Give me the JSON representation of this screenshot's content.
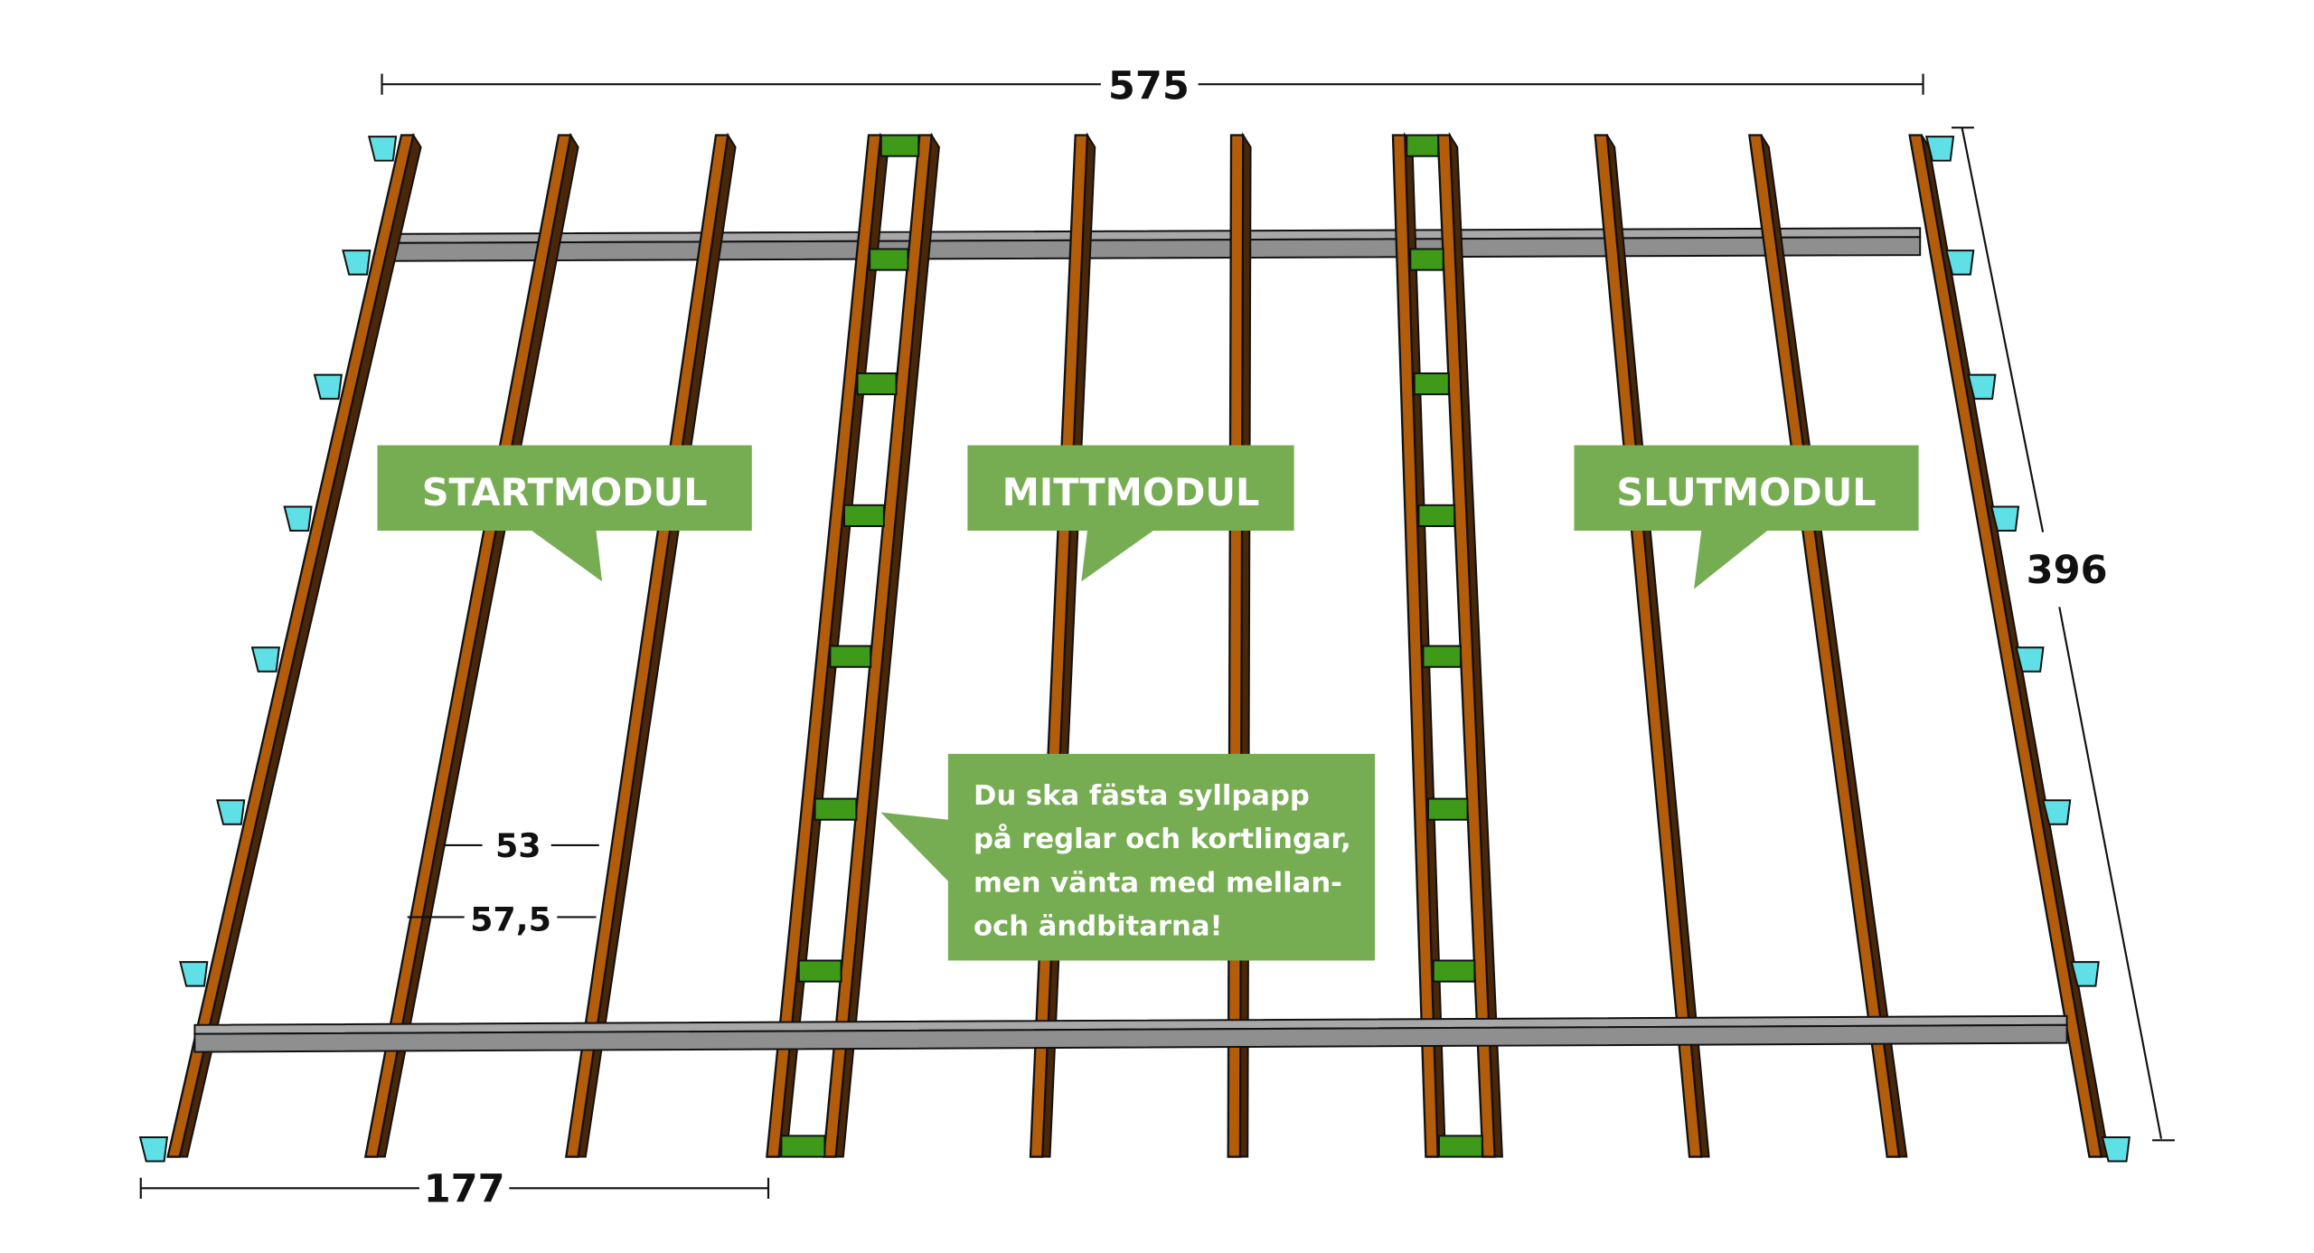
{
  "colors": {
    "joist": "#b35c0a",
    "joist_side": "#4a2708",
    "beam": "#8f8f8f",
    "beam_top": "#a8a8a8",
    "block": "#5ee0e6",
    "blocking": "#3f9a1a",
    "callout": "#76ad52"
  },
  "callouts": {
    "start": "STARTMODUL",
    "middle": "MITTMODUL",
    "end": "SLUTMODUL",
    "note": [
      "Du ska fästa syllpapp",
      "på reglar och kortlingar,",
      "men vänta med mellan-",
      "och ändbitarna!"
    ]
  },
  "dimensions": {
    "total_width": "575",
    "depth": "396",
    "module_width": "177",
    "spacing_outer": "53",
    "spacing_center": "57,5"
  }
}
